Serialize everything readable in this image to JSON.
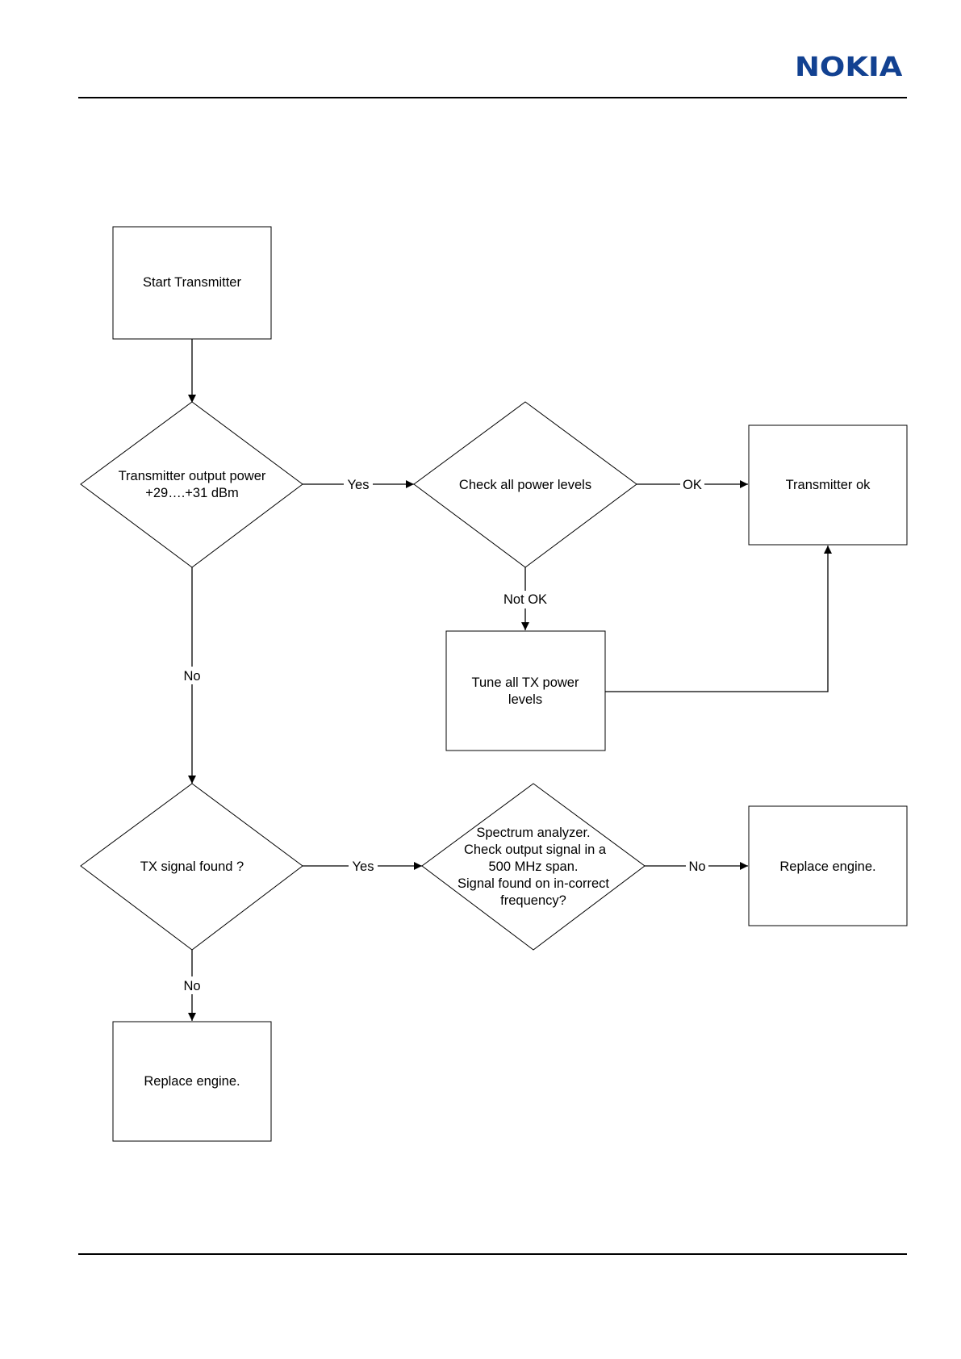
{
  "header": {
    "logo_text": "NOKIA",
    "logo_color": "#124191"
  },
  "nodes": {
    "start": "Start Transmitter",
    "power_check": [
      "Transmitter output power",
      "+29….+31 dBm"
    ],
    "check_levels": "Check all power levels",
    "transmitter_ok": "Transmitter ok",
    "tune_levels": [
      "Tune all TX power",
      "levels"
    ],
    "tx_signal": "TX signal found ?",
    "spectrum": [
      "Spectrum analyzer.",
      "Check output signal in a",
      "500 MHz span.",
      "Signal found on in-correct",
      "frequency?"
    ],
    "replace_right": "Replace engine.",
    "replace_bottom": "Replace engine."
  },
  "edges": {
    "power_yes": "Yes",
    "levels_ok": "OK",
    "levels_not_ok": "Not OK",
    "power_no": "No",
    "signal_yes": "Yes",
    "spectrum_no": "No",
    "signal_no": "No"
  }
}
